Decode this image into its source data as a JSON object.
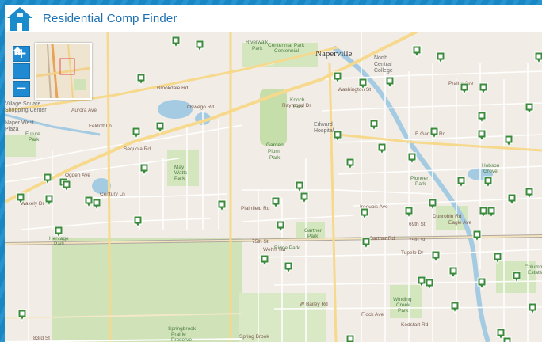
{
  "app": {
    "title": "Residential Comp Finder",
    "logo_icon": "house-icon"
  },
  "controls": {
    "zoom_in": "+",
    "home_icon": "home-icon",
    "zoom_out": "−"
  },
  "colors": {
    "brand_blue": "#1a8ccc",
    "marker_green": "#3c8a3c",
    "road_yellow": "#f6d98c",
    "park_green": "#cfe2b8"
  },
  "map": {
    "labels": [
      {
        "t": "Naperville",
        "cls": "city"
      },
      {
        "t": "North",
        "cls": ""
      },
      {
        "t": "Central",
        "cls": ""
      },
      {
        "t": "College",
        "cls": ""
      },
      {
        "t": "Riverwalk",
        "cls": "park"
      },
      {
        "t": "Park",
        "cls": "park"
      },
      {
        "t": "Centennial Park",
        "cls": "park"
      },
      {
        "t": "Centennial",
        "cls": "park"
      },
      {
        "t": "Knoch",
        "cls": "park"
      },
      {
        "t": "Park",
        "cls": "park"
      },
      {
        "t": "Edward",
        "cls": ""
      },
      {
        "t": "Hospital",
        "cls": ""
      },
      {
        "t": "Garden",
        "cls": "park"
      },
      {
        "t": "Plum",
        "cls": "park"
      },
      {
        "t": "Park",
        "cls": "park"
      },
      {
        "t": "May",
        "cls": "park"
      },
      {
        "t": "Watts",
        "cls": "park"
      },
      {
        "t": "Park",
        "cls": "park"
      },
      {
        "t": "Heritage",
        "cls": "park"
      },
      {
        "t": "Park",
        "cls": "park"
      },
      {
        "t": "Ogden Ave",
        "cls": "road"
      },
      {
        "t": "Aurora Ave",
        "cls": "road"
      },
      {
        "t": "Feldott Ln",
        "cls": "road"
      },
      {
        "t": "Oswego Rd",
        "cls": "road"
      },
      {
        "t": "Brookdale Rd",
        "cls": "road"
      },
      {
        "t": "Plainfield Rd",
        "cls": "road"
      },
      {
        "t": "Iroquois Ave",
        "cls": "road"
      },
      {
        "t": "Gartner Rd",
        "cls": "road"
      },
      {
        "t": "Tupelo Dr",
        "cls": "road"
      },
      {
        "t": "75th St",
        "cls": "road"
      },
      {
        "t": "75th St",
        "cls": "road"
      },
      {
        "t": "Wehrli Rd",
        "cls": "road"
      },
      {
        "t": "W Bailey Rd",
        "cls": "road"
      },
      {
        "t": "Flock Ave",
        "cls": "road"
      },
      {
        "t": "Kedstart Rd",
        "cls": "road"
      },
      {
        "t": "Springbrook",
        "cls": "park"
      },
      {
        "t": "Prairie",
        "cls": "park"
      },
      {
        "t": "Preserve",
        "cls": "park"
      },
      {
        "t": "Winding",
        "cls": "park"
      },
      {
        "t": "Creek",
        "cls": "park"
      },
      {
        "t": "Park",
        "cls": "park"
      },
      {
        "t": "Pioneer",
        "cls": "park"
      },
      {
        "t": "Park",
        "cls": "park"
      },
      {
        "t": "Gartner",
        "cls": "park"
      },
      {
        "t": "Park",
        "cls": "park"
      },
      {
        "t": "Ridge Park",
        "cls": "park"
      },
      {
        "t": "Hobson",
        "cls": "park"
      },
      {
        "t": "Grove",
        "cls": "park"
      },
      {
        "t": "Prairie Ave",
        "cls": "road"
      },
      {
        "t": "E Gartner Rd",
        "cls": "road"
      },
      {
        "t": "Village Square",
        "cls": ""
      },
      {
        "t": "Shopping Center",
        "cls": ""
      },
      {
        "t": "Naper West",
        "cls": ""
      },
      {
        "t": "Plaza",
        "cls": ""
      },
      {
        "t": "Future",
        "cls": "park"
      },
      {
        "t": "Park",
        "cls": "park"
      },
      {
        "t": "Century Ln",
        "cls": "road"
      },
      {
        "t": "Sequoia Rd",
        "cls": "road"
      },
      {
        "t": "Wakely Dr",
        "cls": "road"
      },
      {
        "t": "Washington St",
        "cls": "road"
      },
      {
        "t": "Raymond Dr",
        "cls": "road"
      },
      {
        "t": "Dunrobin Rd",
        "cls": "road"
      },
      {
        "t": "Eagle Ave",
        "cls": "road"
      },
      {
        "t": "Columbia",
        "cls": "park"
      },
      {
        "t": "Estates",
        "cls": "park"
      },
      {
        "t": "Spring Brook",
        "cls": "road"
      },
      {
        "t": "83rd St",
        "cls": "road"
      },
      {
        "t": "69th St",
        "cls": "road"
      }
    ],
    "marker_count": 64,
    "marker_icon": "home-pin-icon"
  }
}
